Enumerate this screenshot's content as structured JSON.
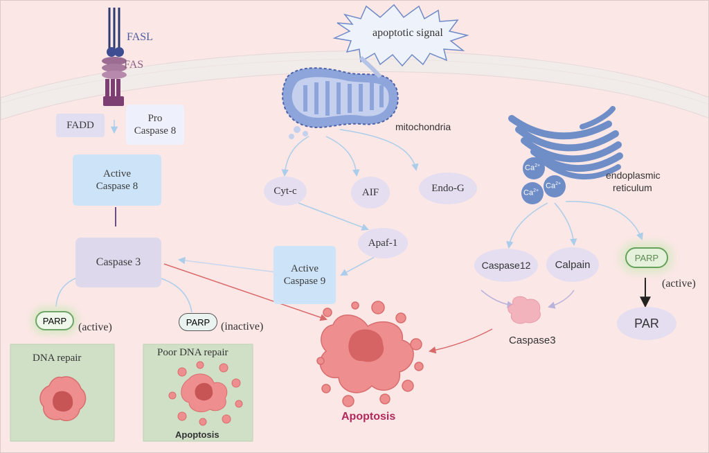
{
  "colors": {
    "background": "#fbe7e6",
    "membrane": "#f1e9e8",
    "mitochondria": "#8ea5dc",
    "er": "#6f8ec7",
    "apoptosis_cell": "#ee8e8e",
    "apoptosis_text": "#b0285c",
    "repair_panel": "#cfe0c7",
    "caspase_box": "#cde4f8"
  },
  "receptor": {
    "fasl_label": "FASL",
    "fas_label": "FAS",
    "fadd_label": "FADD",
    "pro_caspase8_line1": "Pro",
    "pro_caspase8_line2": "Caspase 8",
    "active_caspase8_line1": "Active",
    "active_caspase8_line2": "Caspase 8",
    "caspase3_label": "Caspase 3"
  },
  "parp_left": {
    "label": "PARP",
    "state": "(active)"
  },
  "parp_mid": {
    "label": "PARP",
    "state": "(inactive)"
  },
  "repair_panel": {
    "title": "DNA repair"
  },
  "poor_repair_panel": {
    "title": "Poor DNA repair",
    "caption": "Apoptosis"
  },
  "signal": {
    "label": "apoptotic signal"
  },
  "mitochondria": {
    "label": "mitochondria",
    "cytc": "Cyt-c",
    "aif": "AIF",
    "endog": "Endo-G",
    "apaf1": "Apaf-1",
    "caspase9_line1": "Active",
    "caspase9_line2": "Caspase 9"
  },
  "center": {
    "apoptosis_label": "Apoptosis"
  },
  "er": {
    "label_line1": "endoplasmic",
    "label_line2": "reticulum",
    "ca_ion": "Ca",
    "ca_charge": "2+",
    "caspase12": "Caspase12",
    "calpain": "Calpain",
    "caspase3": "Caspase3",
    "parp_label": "PARP",
    "parp_state": "(active)",
    "par_label": "PAR"
  }
}
